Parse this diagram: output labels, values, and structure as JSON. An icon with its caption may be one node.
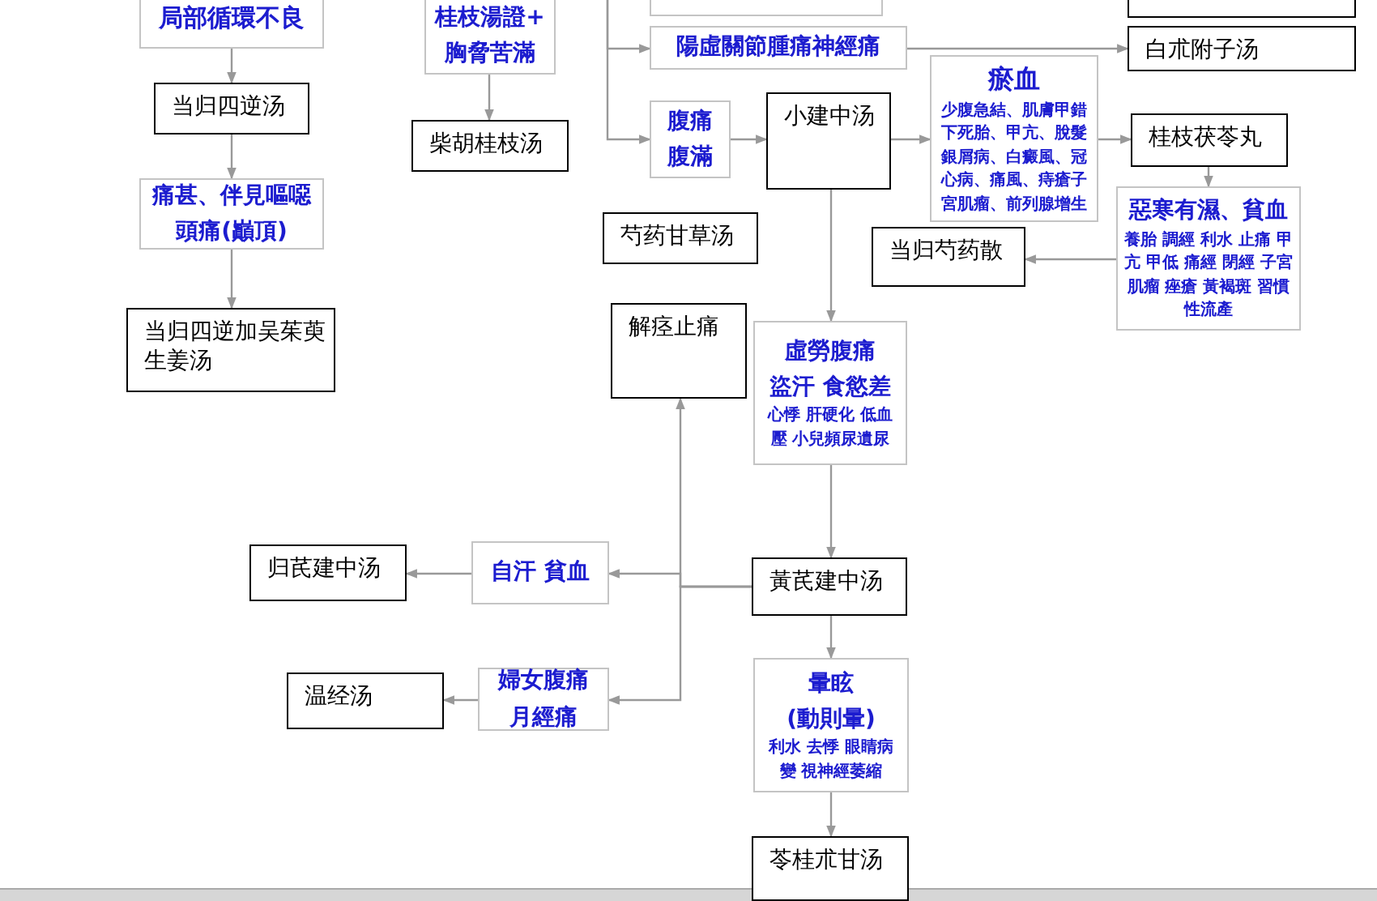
{
  "diagram": {
    "nodes": [
      {
        "text": [
          "局部循環不良"
        ]
      },
      {
        "text": [
          "当归四逆汤"
        ]
      },
      {
        "text": [
          "痛甚、伴見嘔噁",
          "頭痛(巓頂)"
        ]
      },
      {
        "text": [
          "当归四逆加吴茱萸生姜汤"
        ]
      },
      {
        "text": [
          "桂枝湯證+",
          "胸脅苦滿"
        ]
      },
      {
        "text": [
          "柴胡桂枝汤"
        ]
      },
      {
        "text": [],
        "shape": "box"
      },
      {
        "text": [
          "陽虛關節腫痛神經痛"
        ]
      },
      {
        "text": [],
        "shape": "box"
      },
      {
        "text": [
          "白朮附子汤"
        ]
      },
      {
        "text": [
          "腹痛",
          "腹滿"
        ]
      },
      {
        "text": [
          "小建中汤"
        ]
      },
      {
        "text": [
          "瘀血",
          "少腹急結、肌膚甲錯下死胎、甲亢、脫髮銀屑病、白癜風、冠心病、痛風、痔瘡子宮肌瘤、前列腺增生"
        ]
      },
      {
        "text": [
          "桂枝茯苓丸"
        ]
      },
      {
        "text": [
          "惡寒有濕、貧血",
          "養胎 調經 利水 止痛 甲亢 甲低 痛經 閉經 子宮肌瘤 痤瘡 黃褐斑 習慣性流產"
        ]
      },
      {
        "text": [
          "当归芍药散"
        ]
      },
      {
        "text": [
          "芍药甘草汤"
        ]
      },
      {
        "text": [
          "解痉止痛"
        ]
      },
      {
        "text": [
          "虛勞腹痛",
          "盜汗 食慾差",
          "心悸 肝硬化 低血壓 小兒頻尿遺尿"
        ]
      },
      {
        "text": [
          "黃芪建中汤"
        ]
      },
      {
        "text": [
          "自汗 貧血"
        ]
      },
      {
        "text": [
          "归芪建中汤"
        ]
      },
      {
        "text": [
          "婦女腹痛",
          "月經痛"
        ]
      },
      {
        "text": [
          "温经汤"
        ]
      },
      {
        "text": [
          "暈眩",
          "(動則暈)",
          "利水 去悸 眼睛病變 視神經萎縮"
        ]
      },
      {
        "text": [
          "苓桂朮甘汤"
        ]
      }
    ],
    "edges": [
      {
        "from": 0,
        "to": 1,
        "arrow": "to"
      },
      {
        "from": 1,
        "to": 2,
        "arrow": "to"
      },
      {
        "from": 2,
        "to": 3,
        "arrow": "to"
      },
      {
        "from": 4,
        "to": 5,
        "arrow": "to"
      },
      {
        "from": null,
        "to": 7,
        "arrow": "to"
      },
      {
        "from": null,
        "to": 10,
        "arrow": "to"
      },
      {
        "from": 7,
        "to": 9,
        "arrow": "to"
      },
      {
        "from": 10,
        "to": 11,
        "arrow": "to"
      },
      {
        "from": 11,
        "to": 12,
        "arrow": "to"
      },
      {
        "from": 12,
        "to": 13,
        "arrow": "to"
      },
      {
        "from": 13,
        "to": 14,
        "arrow": "to"
      },
      {
        "from": 14,
        "to": 15,
        "arrow": "to"
      },
      {
        "from": 11,
        "to": 18,
        "arrow": "to"
      },
      {
        "from": 18,
        "to": 19,
        "arrow": "to"
      },
      {
        "from": 19,
        "to": 17,
        "arrow": "to"
      },
      {
        "from": 19,
        "to": 20,
        "arrow": "to"
      },
      {
        "from": 19,
        "to": 22,
        "arrow": "to"
      },
      {
        "from": 20,
        "to": 21,
        "arrow": "to"
      },
      {
        "from": 22,
        "to": 23,
        "arrow": "to"
      },
      {
        "from": 19,
        "to": 24,
        "arrow": "to"
      },
      {
        "from": 24,
        "to": 25,
        "arrow": "to"
      }
    ]
  }
}
